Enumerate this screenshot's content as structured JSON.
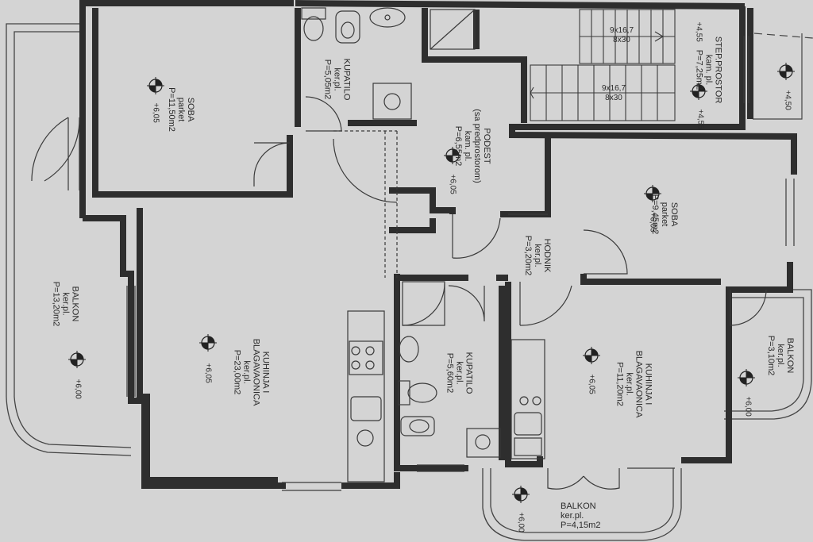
{
  "background_color": "#d4d4d4",
  "wall_color": "#2e2e2e",
  "line_color": "#3a3a3a",
  "rooms": {
    "soba_1": {
      "name": "SOBA",
      "floor": "parket",
      "area": "P=11,50m2",
      "level": "+6,05"
    },
    "kupatilo_1": {
      "name": "KUPATILO",
      "floor": "ker.pl.",
      "area": "P=5,05m2"
    },
    "podest": {
      "name": "PODEST",
      "note": "(sa predprostorom)",
      "floor": "kam. pl.",
      "area": "P=6,55m2",
      "level": "+6,05"
    },
    "stepeniste": {
      "name": "STEP.PROSTOR",
      "floor": "kam. pl.",
      "area": "P=7,25m2",
      "level_top": "+4,55",
      "level_lower": "+4,55"
    },
    "stair_upper": {
      "dim_1": "9x16,7",
      "dim_2": "8x30"
    },
    "stair_lower": {
      "dim_1": "9x16,7",
      "dim_2": "8x30"
    },
    "outside_level": "+4,50",
    "soba_2": {
      "name": "SOBA",
      "floor": "parket",
      "area": "P=9,45m2",
      "level": "+6,05"
    },
    "hodnik": {
      "name": "HODNIK",
      "floor": "ker.pl.",
      "area": "P=3,20m2"
    },
    "balkon_left": {
      "name": "BALKON",
      "floor": "ker.pl.",
      "area": "P=13,20m2",
      "level": "+6,00"
    },
    "kuhinja_1": {
      "name": "KUHINJA I",
      "name_2": "BLAGAVAONICA",
      "floor": "ker.pl.",
      "area": "P=23,00m2",
      "level": "+6,05"
    },
    "kupatilo_2": {
      "name": "KUPATILO",
      "floor": "ker.pl.",
      "area": "P=5,60m2"
    },
    "kuhinja_2": {
      "name": "KUHINJA I",
      "name_2": "BLAGAVAONICA",
      "floor": "ker.pl.",
      "area": "P=11,20m2",
      "level": "+6,05"
    },
    "balkon_right": {
      "name": "BALKON",
      "floor": "ker.pl.",
      "area": "P=3,10m2",
      "level": "+6,00"
    },
    "balkon_bottom": {
      "name": "BALKON",
      "floor": "ker.pl.",
      "area": "P=4,15m2",
      "level": "+6,00"
    }
  }
}
